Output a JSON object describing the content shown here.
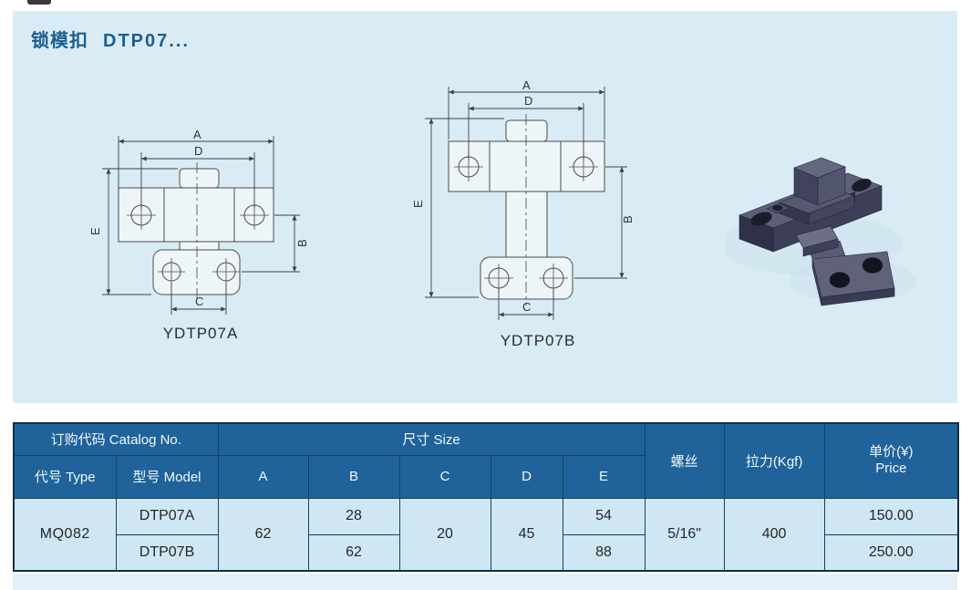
{
  "page": {
    "title_cn": "锁模扣",
    "title_code": "DTP07..."
  },
  "colors": {
    "panel_bg": "#d9ecf5",
    "header_bg": "#1f639a",
    "cell_bg": "#cfe7f3",
    "accent_text": "#2569a6",
    "title_text": "#1c5d8d"
  },
  "drawings": {
    "dim_labels": {
      "a": "A",
      "b": "B",
      "c": "C",
      "d": "D",
      "e": "E"
    },
    "a": {
      "label": "YDTP07A"
    },
    "b": {
      "label": "YDTP07B"
    }
  },
  "table": {
    "header": {
      "catalog_no": "订购代码 Catalog No.",
      "size": "尺寸 Size",
      "type": "代号 Type",
      "model": "型号 Model",
      "dim_a": "A",
      "dim_b": "B",
      "dim_c": "C",
      "dim_d": "D",
      "dim_e": "E",
      "screw": "螺丝",
      "pull_force": "拉力(Kgf)",
      "price_cn": "单价(¥)",
      "price_en": "Price"
    },
    "body": {
      "type_code": "MQ082",
      "a": "62",
      "c": "20",
      "d": "45",
      "screw": "5/16\"",
      "pull_force": "400",
      "rows": [
        {
          "model": "DTP07A",
          "b": "28",
          "e": "54",
          "price": "150.00"
        },
        {
          "model": "DTP07B",
          "b": "62",
          "e": "88",
          "price": "250.00"
        }
      ]
    }
  }
}
